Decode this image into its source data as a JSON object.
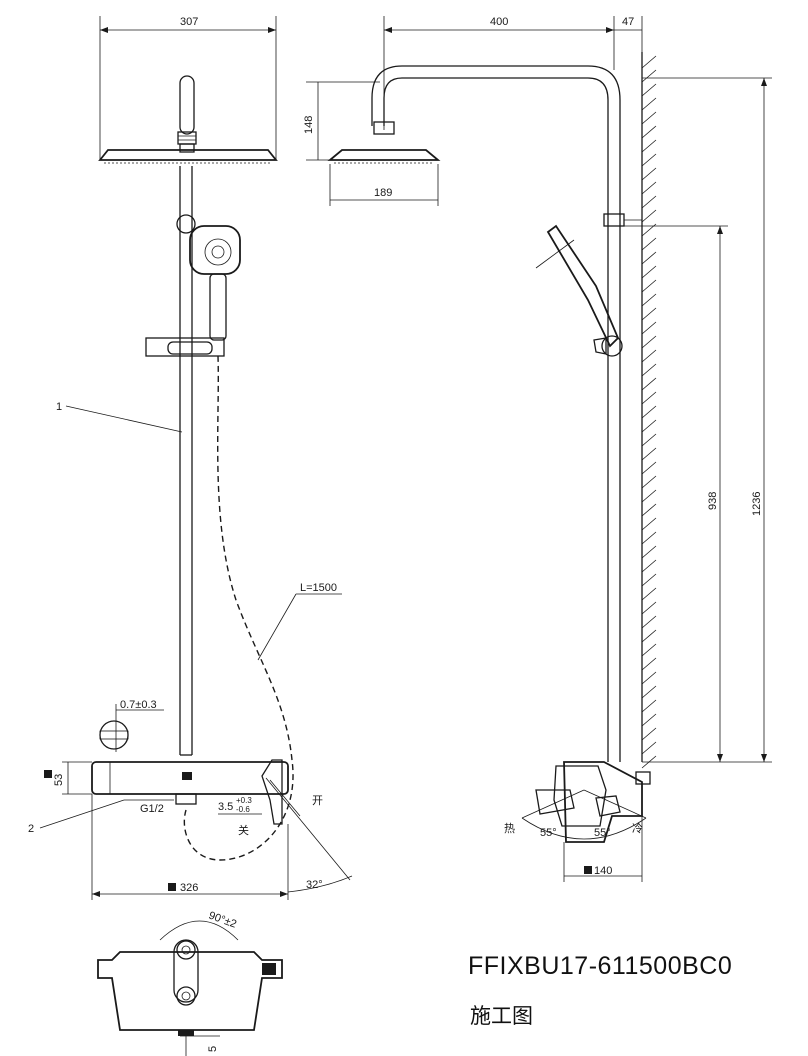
{
  "model_code": "FFIXBU17-611500BC0",
  "drawing_title": "施工图",
  "dimensions": {
    "head_width": "307",
    "arm_reach": "400",
    "wall_offset": "47",
    "head_height": "148",
    "head_diameter": "189",
    "hose_length": "L=1500",
    "slider_height": "938",
    "total_height": "1236",
    "gap": "0.7±0.3",
    "valve_height": "53",
    "thread": "G1/2",
    "tolerance_base": "3.5",
    "tolerance_up": "+0.3",
    "tolerance_down": "-0.6",
    "valve_width": "326",
    "lever_angle": "32°",
    "valve_depth": "140",
    "rotation": "90°±2",
    "handle_angle_left": "55°",
    "handle_angle_right": "55°",
    "bottom_dim": "5"
  },
  "callouts": {
    "part_1": "1",
    "part_2": "2"
  },
  "labels": {
    "open": "开",
    "close": "关",
    "hot": "热",
    "cold": "冷"
  }
}
